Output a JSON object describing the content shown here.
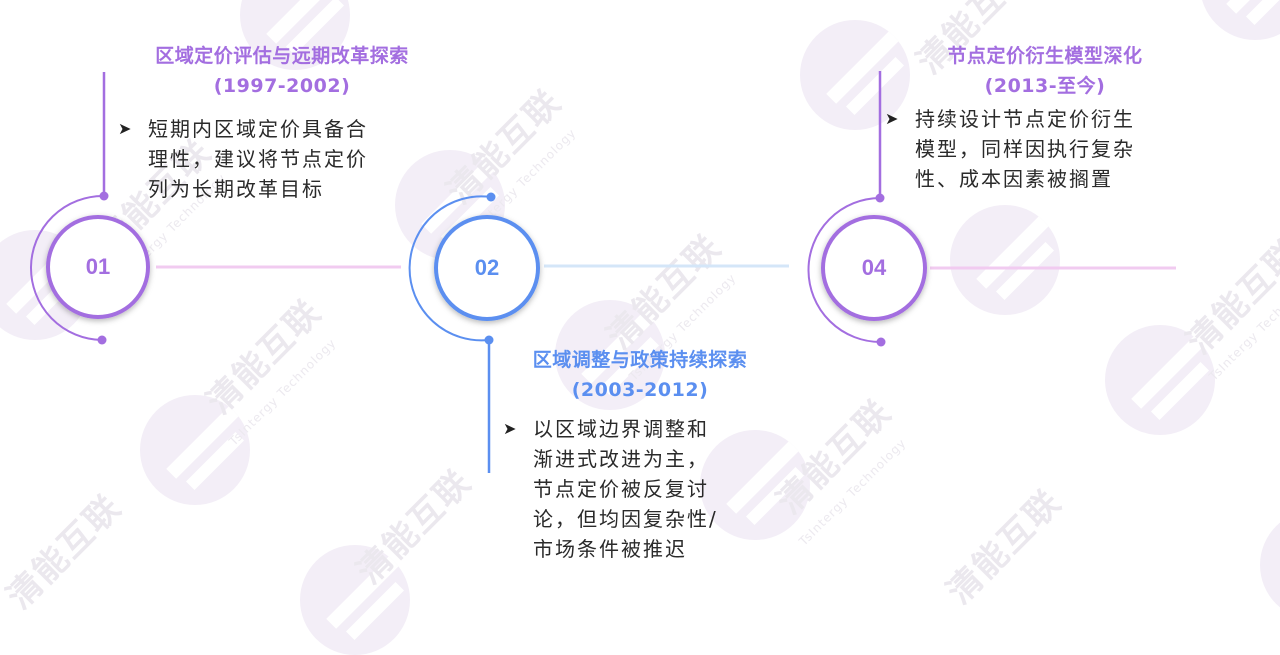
{
  "colors": {
    "purple": "#a36ee0",
    "blue": "#5b8ff0",
    "purple_line": "#f1cbf0",
    "blue_line": "#d4e6f8",
    "text": "#2a2a2a"
  },
  "watermark": {
    "brand_cn": "清能互联",
    "brand_en": "TsIntergy Technology"
  },
  "timeline": {
    "nodes": [
      {
        "number": "01",
        "title": "区域定价评估与远期改革探索",
        "period": "(1997-2002)",
        "bullet_icon": "arrow-bullet-icon",
        "bullet_lines": [
          "短期内区域定价具备合",
          "理性，建议将节点定价",
          "列为长期改革目标"
        ],
        "color": "#a36ee0"
      },
      {
        "number": "02",
        "title": "区域调整与政策持续探索",
        "period": "(2003-2012)",
        "bullet_icon": "arrow-bullet-icon",
        "bullet_lines": [
          "以区域边界调整和",
          "渐进式改进为主，",
          "节点定价被反复讨",
          "论，但均因复杂性/",
          "市场条件被推迟"
        ],
        "color": "#5b8ff0"
      },
      {
        "number": "04",
        "title": "节点定价衍生模型深化",
        "period": "(2013-至今)",
        "bullet_icon": "arrow-bullet-icon",
        "bullet_lines": [
          "持续设计节点定价衍生",
          "模型，同样因执行复杂",
          "性、成本因素被搁置"
        ],
        "color": "#a36ee0"
      }
    ]
  }
}
